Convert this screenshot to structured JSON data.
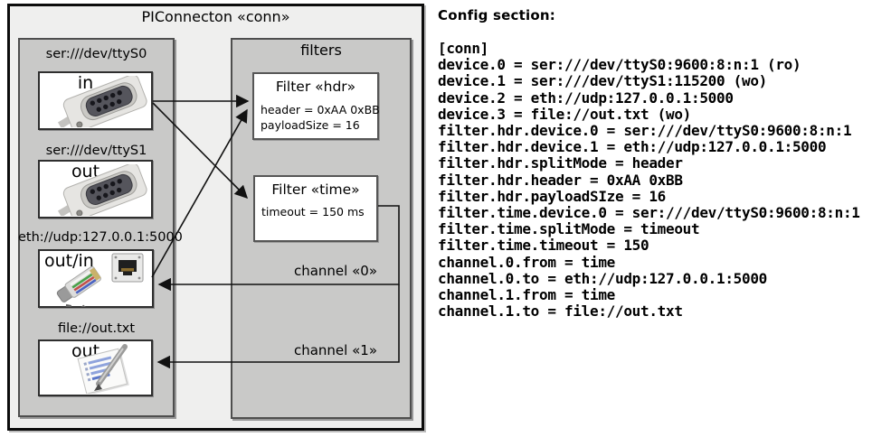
{
  "diagram": {
    "title": "PIConnecton «conn»",
    "devices_panel": {
      "devices": [
        {
          "url": "ser:///dev/ttyS0",
          "direction": "in",
          "icon": "serial-port-icon"
        },
        {
          "url": "ser:///dev/ttyS1",
          "direction": "out",
          "icon": "serial-port-icon"
        },
        {
          "url": "eth://udp:127.0.0.1:5000",
          "direction": "out/in",
          "icon": "ethernet-icon"
        },
        {
          "url": "file://out.txt",
          "direction": "out",
          "icon": "notepad-icon"
        }
      ]
    },
    "filters_panel": {
      "title": "filters",
      "filters": [
        {
          "title": "Filter «hdr»",
          "attributes": [
            "header = 0xAA 0xBB",
            "payloadSize = 16"
          ]
        },
        {
          "title": "Filter «time»",
          "attributes": [
            "timeout = 150 ms"
          ]
        }
      ],
      "channels": [
        {
          "label": "channel «0»"
        },
        {
          "label": "channel «1»"
        }
      ]
    },
    "palette": {
      "canvas_background": "#efefee",
      "panel_fill": "#c9c9c8",
      "box_fill": "#ffffff",
      "line_color": "#111111"
    }
  },
  "config": {
    "heading": "Config section:",
    "lines": [
      "[conn]",
      "device.0 = ser:///dev/ttyS0:9600:8:n:1 (ro)",
      "device.1 = ser:///dev/ttyS1:115200 (wo)",
      "device.2 = eth://udp:127.0.0.1:5000",
      "device.3 = file://out.txt (wo)",
      "filter.hdr.device.0 = ser:///dev/ttyS0:9600:8:n:1",
      "filter.hdr.device.1 = eth://udp:127.0.0.1:5000",
      "filter.hdr.splitMode = header",
      "filter.hdr.header = 0xAA 0xBB",
      "filter.hdr.payloadSIze = 16",
      "filter.time.device.0 = ser:///dev/ttyS0:9600:8:n:1",
      "filter.time.splitMode = timeout",
      "filter.time.timeout = 150",
      "channel.0.from = time",
      "channel.0.to = eth://udp:127.0.0.1:5000",
      "channel.1.from = time",
      "channel.1.to = file://out.txt"
    ]
  }
}
